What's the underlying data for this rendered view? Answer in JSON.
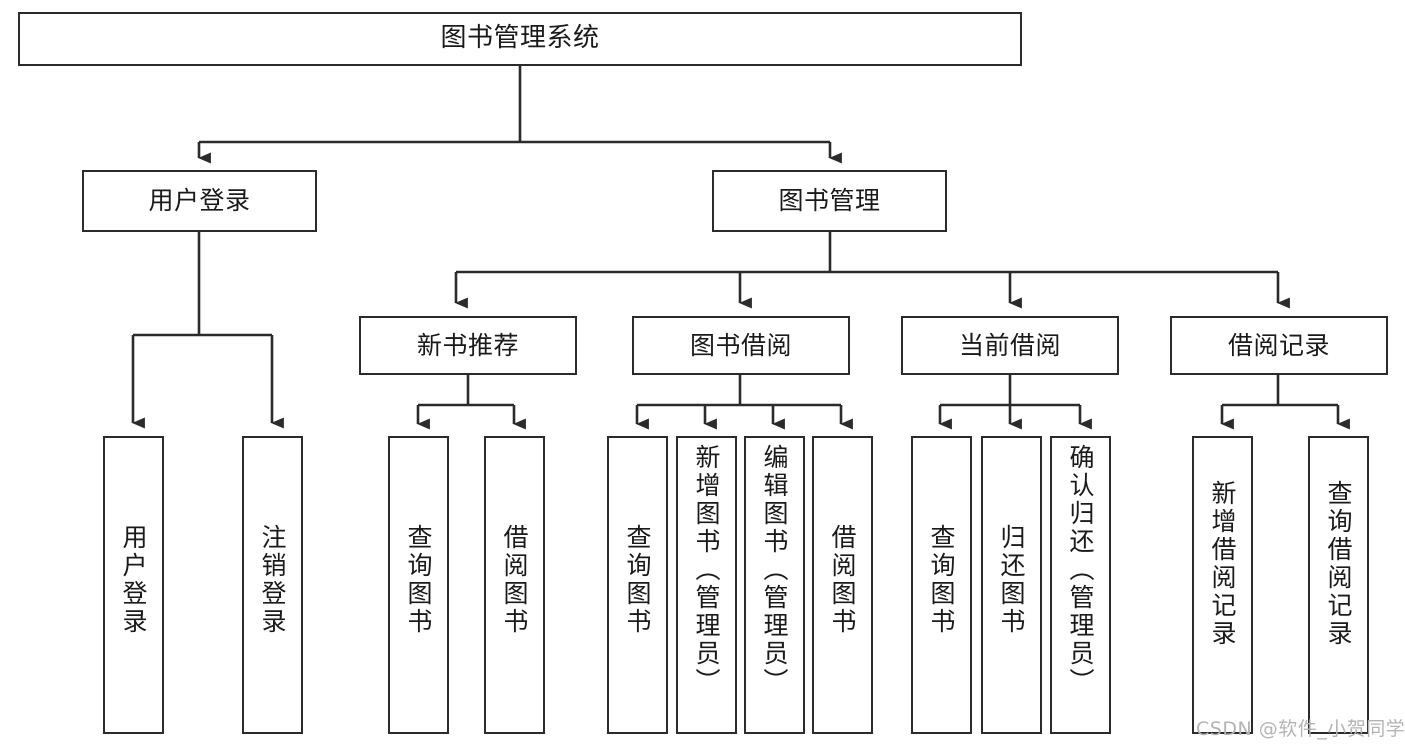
{
  "diagram": {
    "type": "tree",
    "title": "图书管理系统",
    "orientation": "top-down",
    "colors": {
      "stroke": "#2b2b2b",
      "fill": "#ffffff",
      "text": "#1a1a1a",
      "watermark": "#b4b4b4"
    },
    "nodes": {
      "root": {
        "label": "图书管理系统"
      },
      "level2": [
        {
          "id": "user-login",
          "label": "用户登录"
        },
        {
          "id": "book-manage",
          "label": "图书管理"
        }
      ],
      "level3": [
        {
          "id": "new-book-recommend",
          "label": "新书推荐"
        },
        {
          "id": "book-borrow",
          "label": "图书借阅"
        },
        {
          "id": "current-borrow",
          "label": "当前借阅"
        },
        {
          "id": "borrow-record",
          "label": "借阅记录"
        }
      ],
      "leaves": {
        "user_login": [
          {
            "id": "leaf-user-login",
            "label": "用户登录"
          },
          {
            "id": "leaf-logout-login",
            "label": "注销登录"
          }
        ],
        "new_book_recommend": [
          {
            "id": "leaf-query-book-1",
            "label": "查询图书"
          },
          {
            "id": "leaf-borrow-book-1",
            "label": "借阅图书"
          }
        ],
        "book_borrow": [
          {
            "id": "leaf-query-book-2",
            "label": "查询图书"
          },
          {
            "id": "leaf-add-book",
            "label": "新增图书（管理员）"
          },
          {
            "id": "leaf-edit-book",
            "label": "编辑图书（管理员）"
          },
          {
            "id": "leaf-borrow-book-2",
            "label": "借阅图书"
          }
        ],
        "current_borrow": [
          {
            "id": "leaf-query-book-3",
            "label": "查询图书"
          },
          {
            "id": "leaf-return-book",
            "label": "归还图书"
          },
          {
            "id": "leaf-confirm-return",
            "label": "确认归还（管理员）"
          }
        ],
        "borrow_record": [
          {
            "id": "leaf-add-record",
            "label": "新增借阅记录"
          },
          {
            "id": "leaf-query-record",
            "label": "查询借阅记录"
          }
        ]
      }
    }
  },
  "watermark": {
    "text": "CSDN @软件_小贺同学"
  }
}
